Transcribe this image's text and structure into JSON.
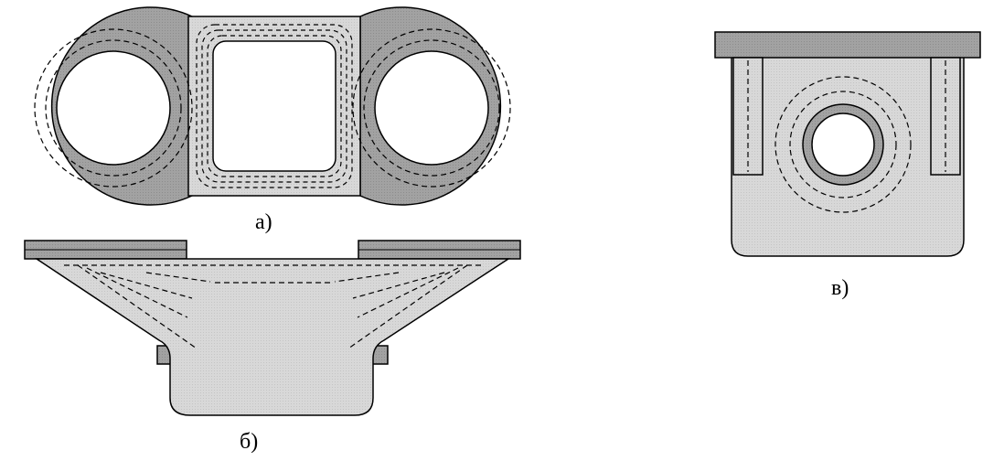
{
  "figure": {
    "views": [
      {
        "id": "a",
        "caption": "а)"
      },
      {
        "id": "b",
        "caption": "б)"
      },
      {
        "id": "v",
        "caption": "в)"
      }
    ]
  },
  "colors": {
    "dark_fill": "#a0a0a0",
    "light_fill": "#d6d6d6",
    "outline": "#000000",
    "background": "#ffffff"
  }
}
